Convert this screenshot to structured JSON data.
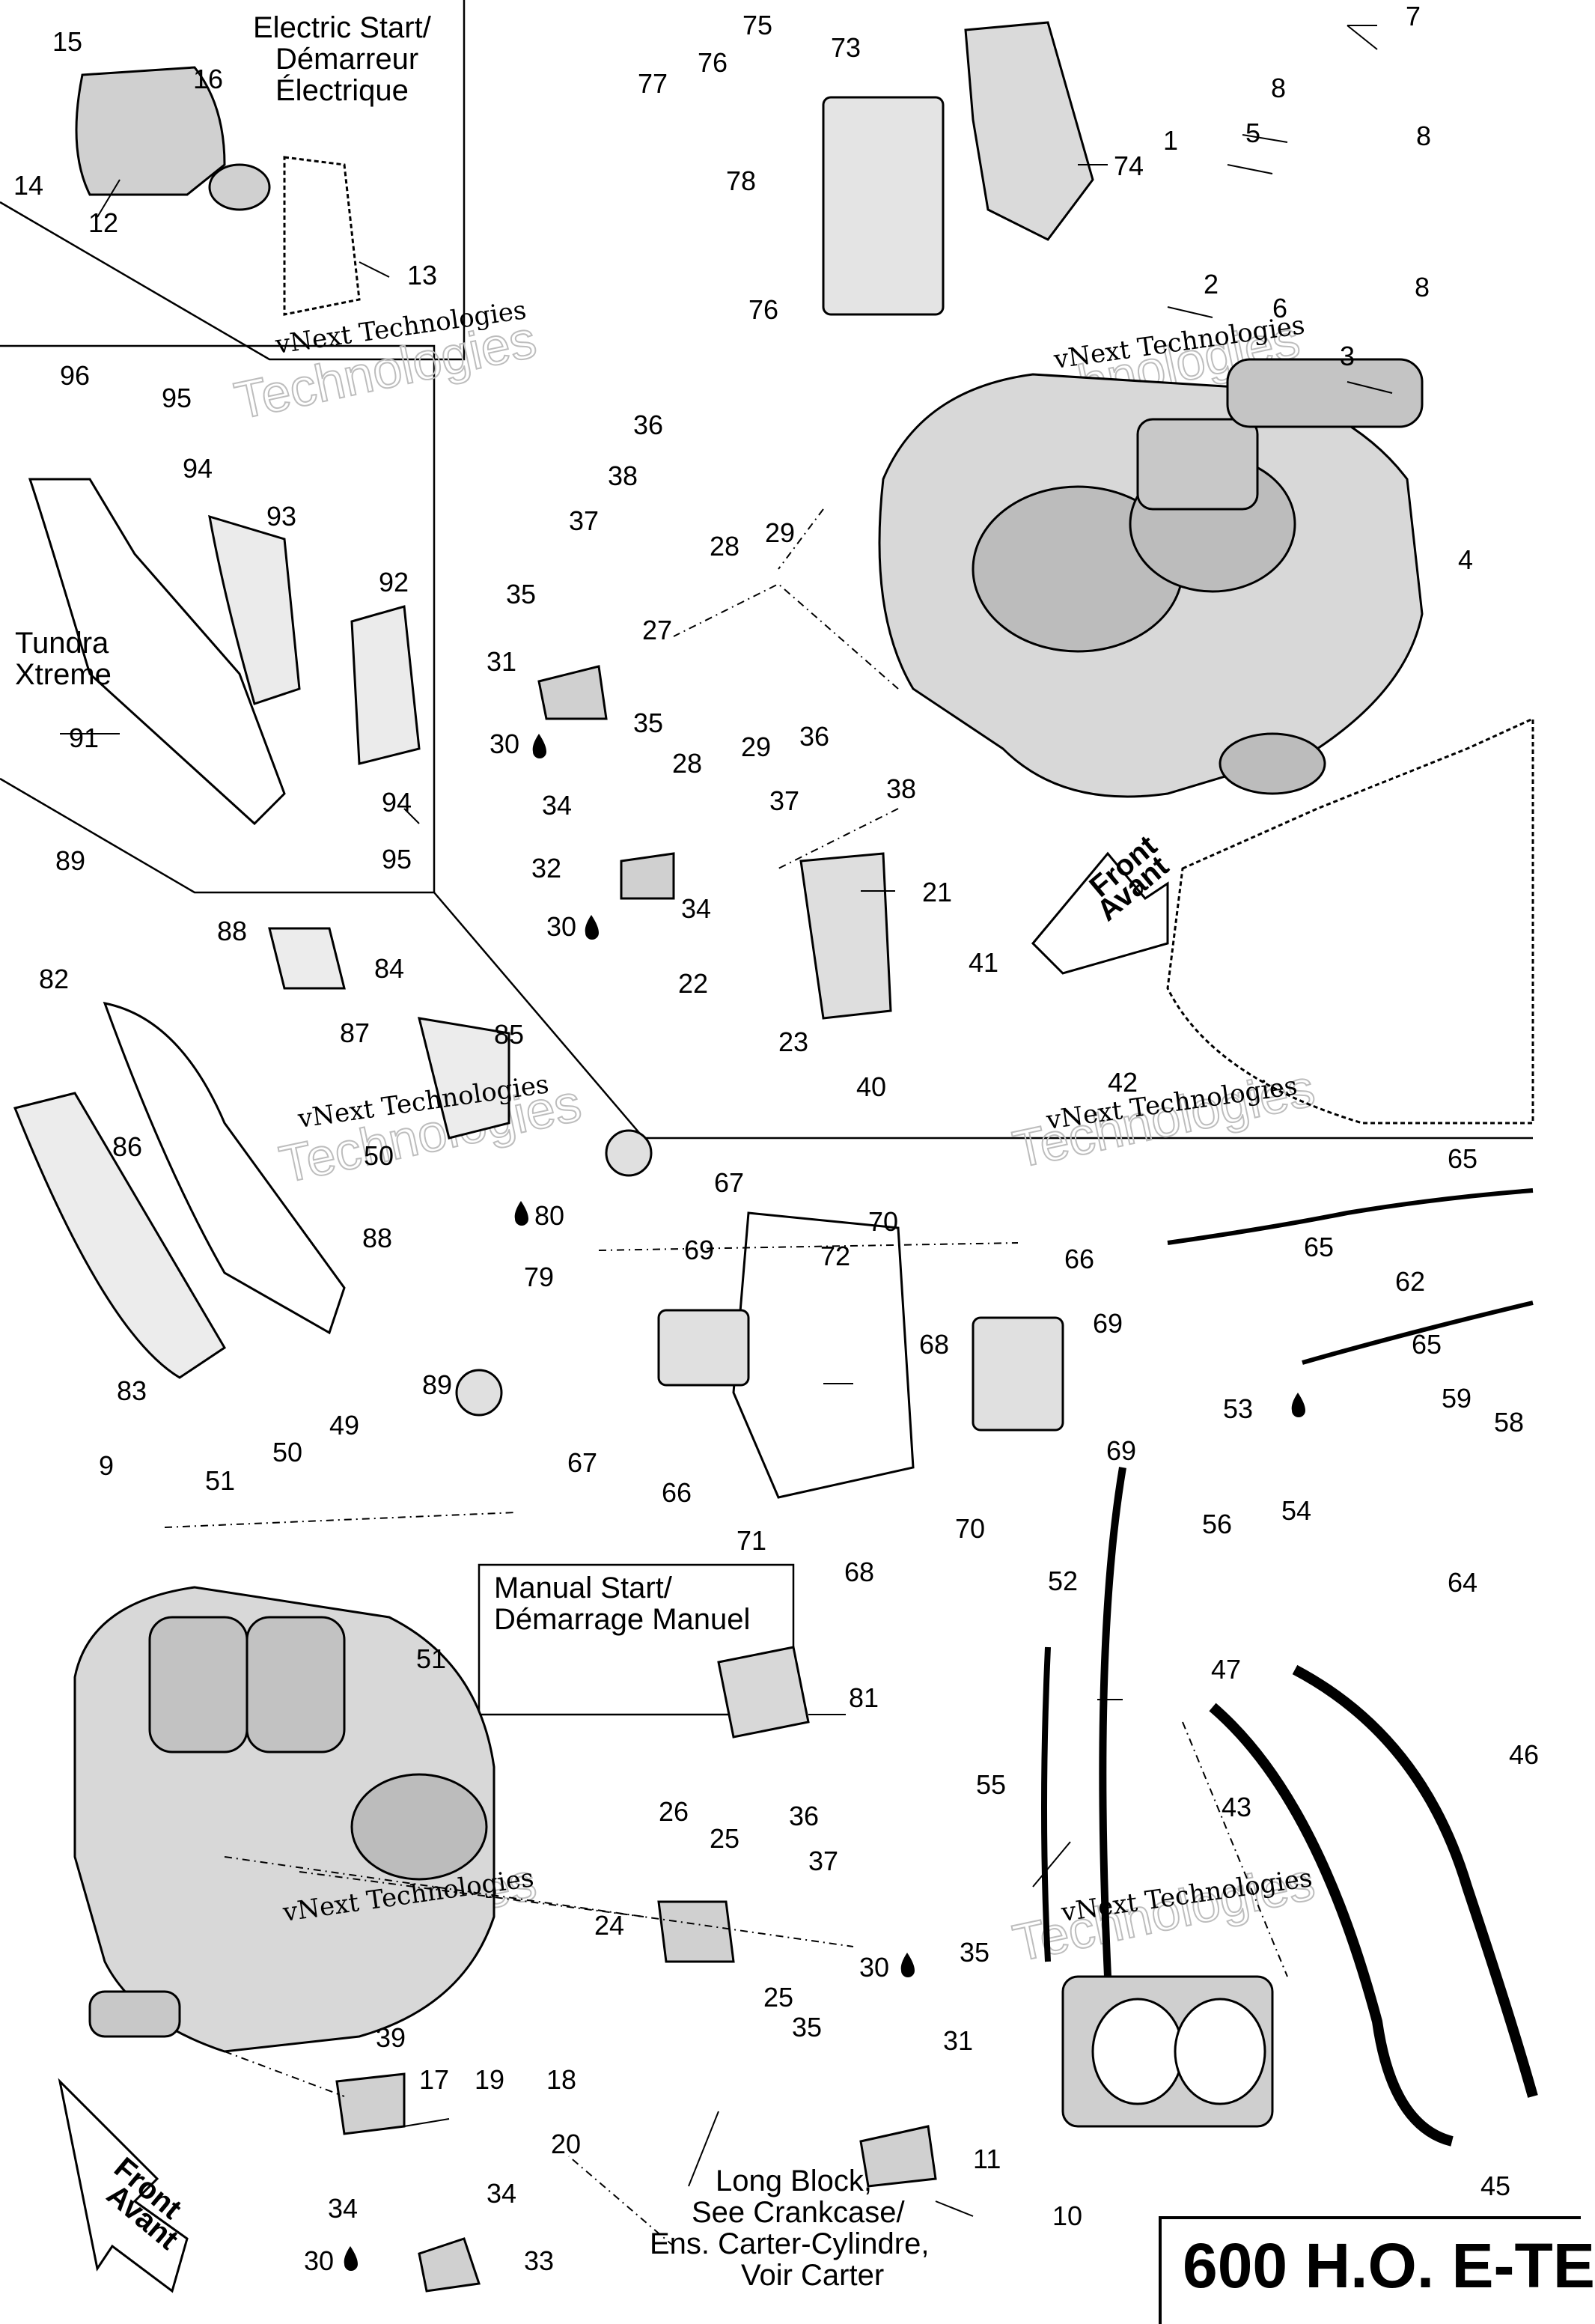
{
  "title": "600 H.O. E-TE",
  "brand": "vNext Technologies",
  "brand_outline": "Technologies",
  "front_label": {
    "line1": "Front",
    "line2": "Avant"
  },
  "sections": {
    "electric_start": [
      "Electric Start/",
      "Démarreur",
      "Électrique"
    ],
    "tundra": [
      "Tundra",
      "Xtreme"
    ],
    "manual_start": [
      "Manual Start/",
      "Démarrage Manuel"
    ],
    "long_block": [
      "Long Block,",
      "See Crankcase/",
      "Ens. Carter-Cylindre,",
      "Voir Carter"
    ]
  },
  "colors": {
    "ink": "#000000",
    "watermark": "#bdbdbd",
    "background": "#ffffff"
  },
  "callouts": {
    "c1": "1",
    "c2": "2",
    "c3": "3",
    "c4": "4",
    "c5": "5",
    "c6": "6",
    "c7": "7",
    "c8a": "8",
    "c8b": "8",
    "c8c": "8",
    "c9": "9",
    "c10": "10",
    "c11": "11",
    "c12": "12",
    "c13": "13",
    "c14": "14",
    "c15": "15",
    "c16": "16",
    "c17": "17",
    "c18": "18",
    "c19": "19",
    "c20": "20",
    "c21": "21",
    "c22": "22",
    "c23": "23",
    "c24": "24",
    "c25a": "25",
    "c25b": "25",
    "c26": "26",
    "c27": "27",
    "c28a": "28",
    "c28b": "28",
    "c29a": "29",
    "c29b": "29",
    "c30a": "30",
    "c30b": "30",
    "c30c": "30",
    "c30d": "30",
    "c31a": "31",
    "c31b": "31",
    "c32": "32",
    "c33": "33",
    "c34a": "34",
    "c34b": "34",
    "c34c": "34",
    "c34d": "34",
    "c35a": "35",
    "c35b": "35",
    "c35c": "35",
    "c35d": "35",
    "c36a": "36",
    "c36b": "36",
    "c36c": "36",
    "c37a": "37",
    "c37b": "37",
    "c37c": "37",
    "c38a": "38",
    "c38b": "38",
    "c39": "39",
    "c40": "40",
    "c41": "41",
    "c42": "42",
    "c43": "43",
    "c45": "45",
    "c46": "46",
    "c47": "47",
    "c49": "49",
    "c50a": "50",
    "c50b": "50",
    "c51a": "51",
    "c51b": "51",
    "c52": "52",
    "c53": "53",
    "c54": "54",
    "c55": "55",
    "c56": "56",
    "c58": "58",
    "c59": "59",
    "c62": "62",
    "c64": "64",
    "c65a": "65",
    "c65b": "65",
    "c65c": "65",
    "c66a": "66",
    "c66b": "66",
    "c67a": "67",
    "c67b": "67",
    "c68a": "68",
    "c68b": "68",
    "c69a": "69",
    "c69b": "69",
    "c69c": "69",
    "c70a": "70",
    "c70b": "70",
    "c71": "71",
    "c72": "72",
    "c73": "73",
    "c74": "74",
    "c75": "75",
    "c76a": "76",
    "c76b": "76",
    "c77": "77",
    "c78": "78",
    "c79": "79",
    "c80": "80",
    "c81": "81",
    "c82": "82",
    "c83": "83",
    "c84": "84",
    "c85": "85",
    "c86": "86",
    "c87": "87",
    "c88a": "88",
    "c88b": "88",
    "c89a": "89",
    "c89b": "89",
    "c91": "91",
    "c92": "92",
    "c93": "93",
    "c94a": "94",
    "c94b": "94",
    "c95a": "95",
    "c95b": "95",
    "c96": "96"
  }
}
